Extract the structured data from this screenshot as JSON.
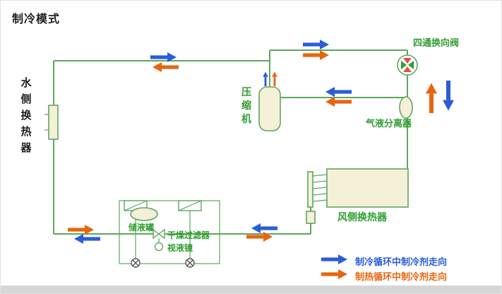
{
  "title": "制冷模式",
  "colors": {
    "cooling": "#2b5cd9",
    "heating": "#e8650f",
    "pipe": "#5fa65f",
    "fill": "#f5f0d8",
    "label": "#2f9e2f",
    "ink": "#1f1f1f",
    "valve_red": "#d9544d",
    "frame": "#e3e3e3",
    "footer_bar": "#d6d6d6"
  },
  "components": {
    "water_hx": "水侧换热器",
    "compressor": "压缩机",
    "four_way_valve": "四通换向阀",
    "separator": "气液分离器",
    "air_hx": "风侧换热器",
    "receiver": "储液罐",
    "drier_filter": "干燥过滤器",
    "sight_glass": "视液镜"
  },
  "legend": {
    "cooling": "制冷循环中制冷剂走向",
    "heating": "制热循环中制冷剂走向"
  }
}
